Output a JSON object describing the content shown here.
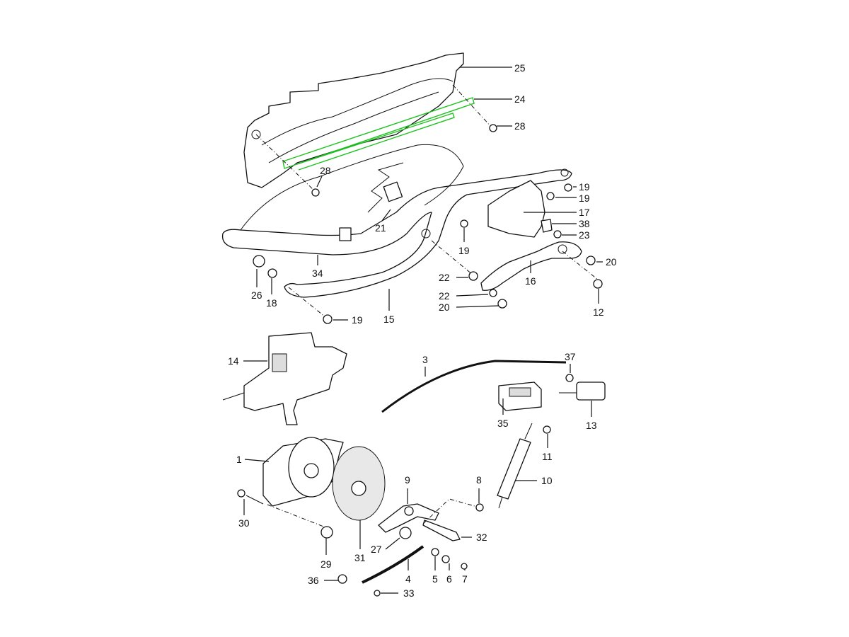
{
  "diagram": {
    "type": "exploded parts diagram",
    "highlighted_part": "24",
    "highlight_color": "#1ec21e",
    "callouts": [
      "25",
      "24",
      "28",
      "28",
      "19",
      "19",
      "17",
      "38",
      "23",
      "21",
      "19",
      "20",
      "34",
      "22",
      "16",
      "26",
      "18",
      "22",
      "20",
      "12",
      "15",
      "19",
      "14",
      "3",
      "37",
      "35",
      "13",
      "11",
      "1",
      "9",
      "8",
      "10",
      "30",
      "32",
      "27",
      "29",
      "31",
      "4",
      "5",
      "6",
      "7",
      "36",
      "33"
    ]
  }
}
